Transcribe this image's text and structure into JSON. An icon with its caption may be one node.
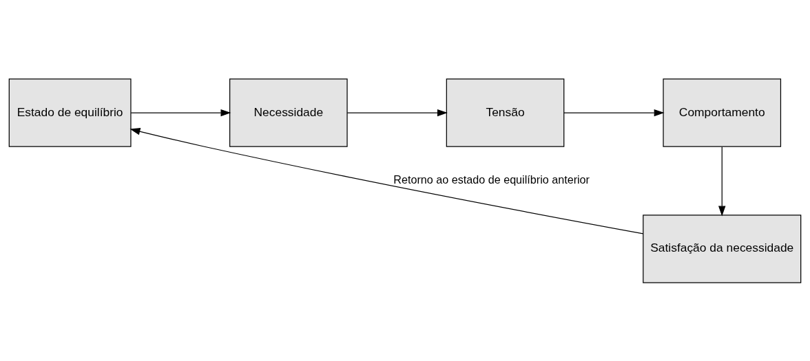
{
  "diagram": {
    "nodes": [
      {
        "text": [
          "Estado de equilíbrio"
        ]
      },
      {
        "text": [
          "Necessidade"
        ]
      },
      {
        "text": [
          "Tensão"
        ]
      },
      {
        "text": [
          "Comportamento"
        ]
      },
      {
        "text": [
          "Satisfação da necessidade"
        ]
      }
    ],
    "edges": [
      {
        "from": 0,
        "to": 1,
        "arrow": "to"
      },
      {
        "from": 1,
        "to": 2,
        "arrow": "to"
      },
      {
        "from": 2,
        "to": 3,
        "arrow": "to"
      },
      {
        "from": 3,
        "to": 4,
        "arrow": "to"
      },
      {
        "from": 4,
        "to": 0,
        "arrow": "to",
        "label": "Retorno ao estado de equilíbrio anterior"
      }
    ]
  }
}
